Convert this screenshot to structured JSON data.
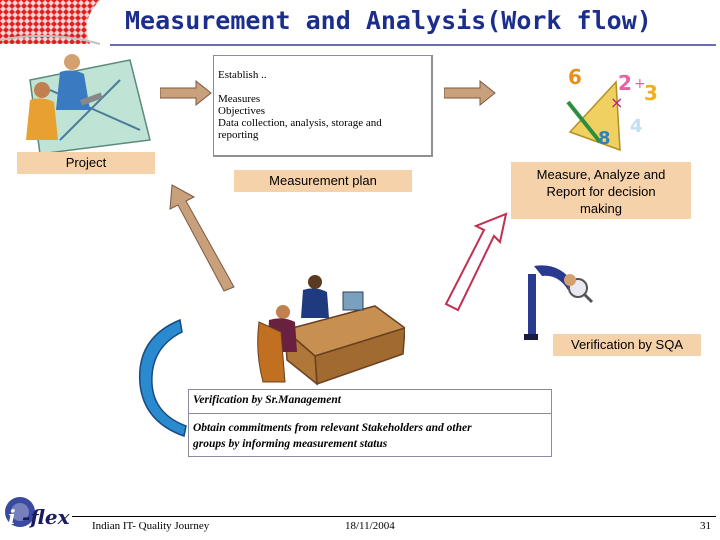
{
  "header": {
    "title": "Measurement and Analysis(Work flow)"
  },
  "establish_box": {
    "lines": [
      "Establish ..",
      "",
      "Measures",
      "Objectives",
      "Data collection, analysis, storage and",
      "reporting"
    ]
  },
  "labels": {
    "project": "Project",
    "measurement_plan": "Measurement plan",
    "measure_analyze_line1": "Measure, Analyze and",
    "measure_analyze_line2": "Report for decision",
    "measure_analyze_line3": "making",
    "verification_sqa": "Verification by SQA"
  },
  "management_box": {
    "row1": "Verification by Sr.Management",
    "row2_line1": "Obtain commitments from relevant Stakeholders and other",
    "row2_line2": "groups  by informing measurement status"
  },
  "footer": {
    "left": "Indian IT- Quality Journey",
    "date": "18/11/2004",
    "page": "31"
  },
  "colors": {
    "title": "#1b2e8c",
    "label_bg": "#f6d2aa",
    "arrow": "#b58a66"
  },
  "icons": [
    "flag-logo-icon",
    "iflex-logo-icon",
    "people-meeting-clipart",
    "math-numbers-clipart",
    "office-desk-clipart",
    "magnifier-person-clipart"
  ]
}
